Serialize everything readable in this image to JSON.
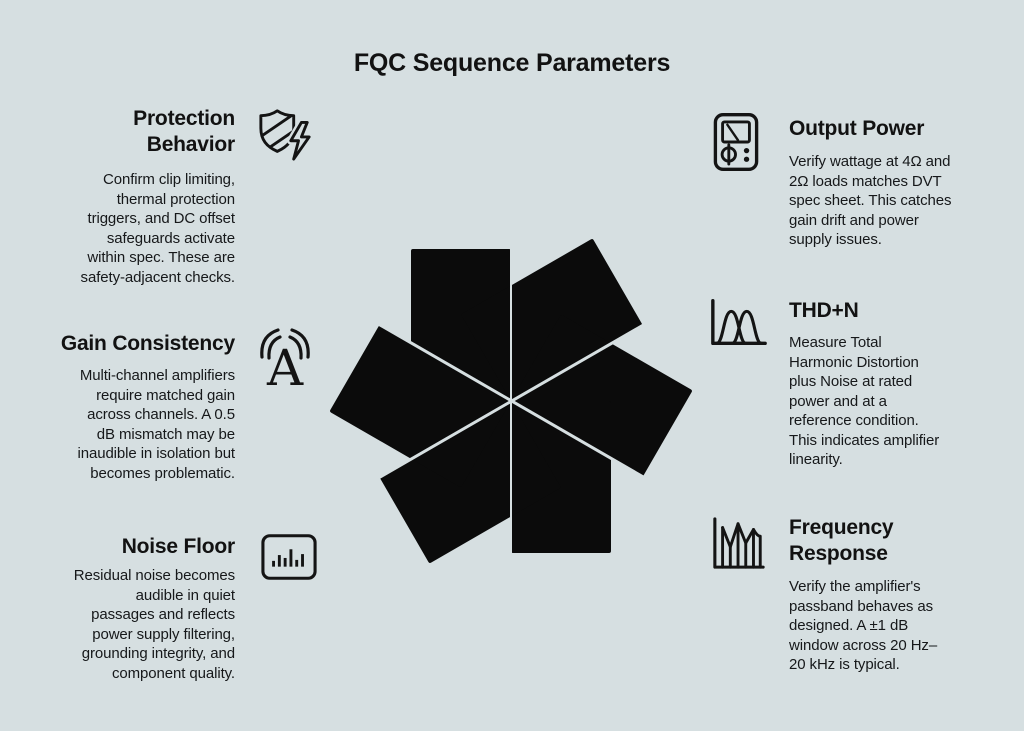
{
  "title": "FQC Sequence Parameters",
  "colors": {
    "background": "#d6dfe1",
    "ink": "#141414",
    "pinwheel": "#0b0b0b"
  },
  "center_graphic": {
    "icon": "pinwheel-icon",
    "blade_count": 6
  },
  "sections": {
    "protection": {
      "heading": "Protection\nBehavior",
      "body": "Confirm clip limiting,\nthermal protection\ntriggers, and DC offset\nsafeguards activate\nwithin spec. These are\nsafety-adjacent checks.",
      "icon": "shield-bolt-icon"
    },
    "gain": {
      "heading": "Gain Consistency",
      "body": "Multi-channel amplifiers\nrequire matched gain\nacross channels. A 0.5\ndB mismatch may be\ninaudible in isolation but\nbecomes problematic.",
      "icon": "signal-letter-a-icon"
    },
    "noise": {
      "heading": "Noise Floor",
      "body": "Residual noise becomes\naudible in quiet\npassages and reflects\npower supply filtering,\ngrounding integrity, and\ncomponent quality.",
      "icon": "level-bars-icon"
    },
    "output": {
      "heading": "Output Power",
      "body": "Verify wattage at 4Ω and\n2Ω loads matches DVT\nspec sheet. This catches\ngain drift and power\nsupply issues.",
      "icon": "multimeter-icon"
    },
    "thdn": {
      "heading": "THD+N",
      "body": "Measure Total\nHarmonic Distortion\nplus Noise at rated\npower and at a\nreference condition.\nThis indicates amplifier\nlinearity.",
      "icon": "distortion-curves-icon"
    },
    "freq": {
      "heading": "Frequency\nResponse",
      "body": "Verify the amplifier's\npassband behaves as\ndesigned. A ±1 dB\nwindow across 20 Hz–\n20 kHz is typical.",
      "icon": "spectrum-icon"
    }
  }
}
